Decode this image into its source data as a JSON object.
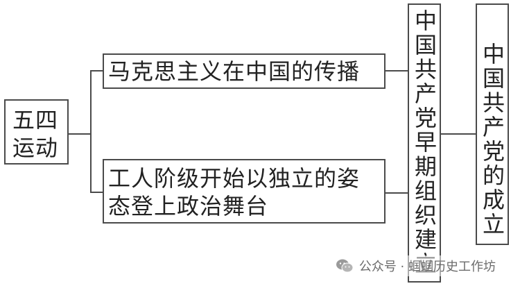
{
  "diagram": {
    "root": {
      "label_line1": "五四",
      "label_line2": "运动"
    },
    "branch_top": {
      "label": "马克思主义在中国的传播"
    },
    "branch_bottom": {
      "label_line1": "工人阶级开始以独立的姿",
      "label_line2": "态登上政治舞台"
    },
    "middle": {
      "label": "中国共产党早期组织建立"
    },
    "result": {
      "label": "中国共产党的成立"
    }
  },
  "watermark": {
    "text": "公众号 · 蝈蝈历史工作坊",
    "icon": "wechat-icon"
  },
  "colors": {
    "line": "#4a4a4a",
    "text": "#222222"
  }
}
